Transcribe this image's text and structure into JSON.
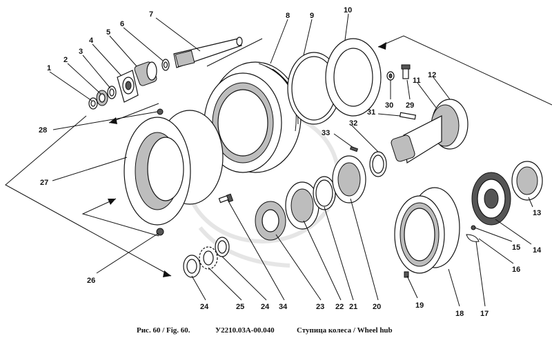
{
  "caption": {
    "figure": "Рис. 60 / Fig. 60.",
    "code": "У2210.03А-00.040",
    "title": "Ступица колеса / Wheel hub"
  },
  "callouts": [
    {
      "id": "callout-1",
      "text": "1"
    },
    {
      "id": "callout-2",
      "text": "2"
    },
    {
      "id": "callout-3",
      "text": "3"
    },
    {
      "id": "callout-4",
      "text": "4"
    },
    {
      "id": "callout-5",
      "text": "5"
    },
    {
      "id": "callout-6",
      "text": "6"
    },
    {
      "id": "callout-7",
      "text": "7"
    },
    {
      "id": "callout-8",
      "text": "8"
    },
    {
      "id": "callout-9",
      "text": "9"
    },
    {
      "id": "callout-10",
      "text": "10"
    },
    {
      "id": "callout-11",
      "text": "11"
    },
    {
      "id": "callout-12",
      "text": "12"
    },
    {
      "id": "callout-13",
      "text": "13"
    },
    {
      "id": "callout-14",
      "text": "14"
    },
    {
      "id": "callout-15",
      "text": "15"
    },
    {
      "id": "callout-16",
      "text": "16"
    },
    {
      "id": "callout-17",
      "text": "17"
    },
    {
      "id": "callout-18",
      "text": "18"
    },
    {
      "id": "callout-19",
      "text": "19"
    },
    {
      "id": "callout-20",
      "text": "20"
    },
    {
      "id": "callout-21",
      "text": "21"
    },
    {
      "id": "callout-22",
      "text": "22"
    },
    {
      "id": "callout-23",
      "text": "23"
    },
    {
      "id": "callout-24a",
      "text": "24"
    },
    {
      "id": "callout-24b",
      "text": "24"
    },
    {
      "id": "callout-25",
      "text": "25"
    },
    {
      "id": "callout-26",
      "text": "26"
    },
    {
      "id": "callout-27",
      "text": "27"
    },
    {
      "id": "callout-28",
      "text": "28"
    },
    {
      "id": "callout-29",
      "text": "29"
    },
    {
      "id": "callout-30",
      "text": "30"
    },
    {
      "id": "callout-31",
      "text": "31"
    },
    {
      "id": "callout-32",
      "text": "32"
    },
    {
      "id": "callout-33",
      "text": "33"
    },
    {
      "id": "callout-34",
      "text": "34"
    }
  ]
}
